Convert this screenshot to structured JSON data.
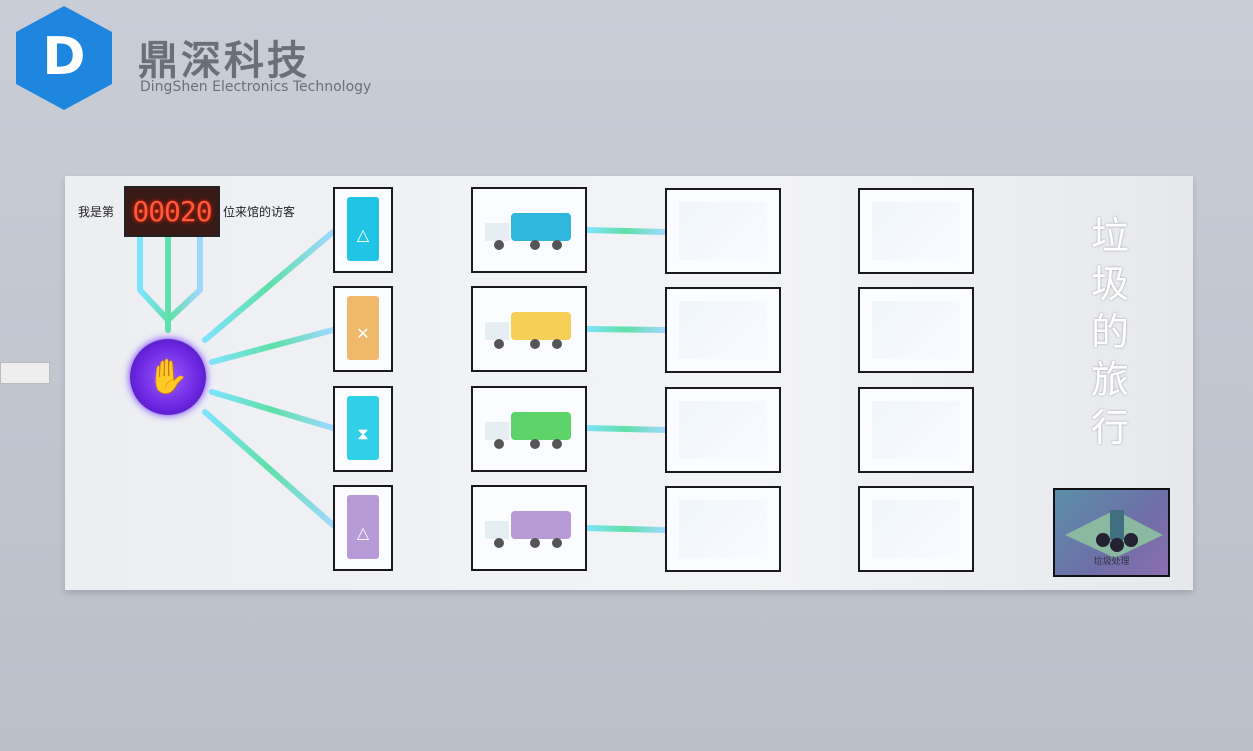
{
  "brand": {
    "name_cn": "鼎深科技",
    "name_en": "DingShen Electronics Technology",
    "logo_letter": "D"
  },
  "counter": {
    "prefix": "我是第",
    "value": "00020",
    "suffix": "位来馆的访客"
  },
  "title_chars": [
    "垃",
    "圾",
    "的",
    "旅",
    "行"
  ],
  "bins": [
    {
      "color": "#22c4e6",
      "symbol": "△"
    },
    {
      "color": "#f0b86a",
      "symbol": "✕"
    },
    {
      "color": "#2fd0e8",
      "symbol": "⧗"
    },
    {
      "color": "#b79ad6",
      "symbol": "△"
    }
  ],
  "trucks": [
    {
      "color": "#2fb7dd"
    },
    {
      "color": "#f6cf57"
    },
    {
      "color": "#5cd46a"
    },
    {
      "color": "#b79ad6"
    }
  ],
  "final": {
    "caption": "垃圾处理"
  },
  "colors": {
    "line": "#5fe0b0",
    "button": "#7a38f0"
  }
}
